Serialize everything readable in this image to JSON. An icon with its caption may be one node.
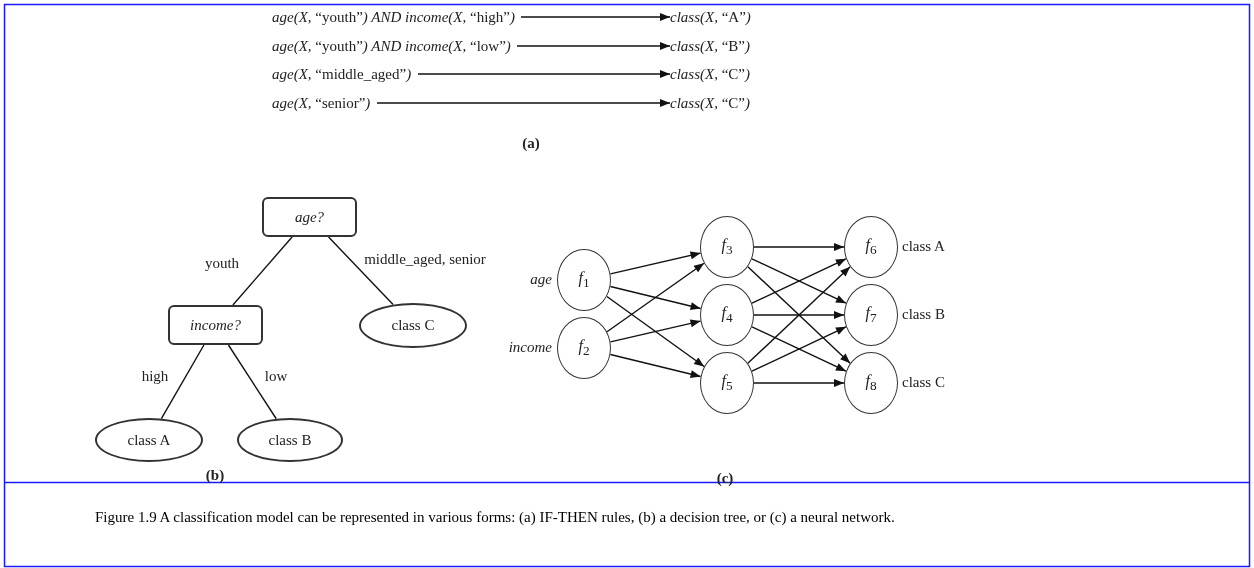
{
  "diagram": {
    "caption": "Figure 1.9 A classification model can be represented in various forms: (a) IF-THEN rules, (b) a decision tree, or (c) a neural network.",
    "nodes": [
      {
        "text": [
          "*age(X,* “youth”*) AND income(X,* “high”*)*"
        ]
      },
      {
        "text": [
          "*class(X,* “A”*)*"
        ]
      },
      {
        "text": [
          "*age(X,* “youth”*) AND income(X,* “low”*)*"
        ]
      },
      {
        "text": [
          "*class(X,* “B”*)*"
        ]
      },
      {
        "text": [
          "*age(X,* “middle_aged”*)*"
        ]
      },
      {
        "text": [
          "*class(X,* “C”*)*"
        ]
      },
      {
        "text": [
          "*age(X,* “senior”*)*"
        ]
      },
      {
        "text": [
          "*class(X,* “C”*)*"
        ]
      },
      {
        "text": [
          "age?"
        ]
      },
      {
        "text": [
          "income?"
        ]
      },
      {
        "text": [
          "class C"
        ]
      },
      {
        "text": [
          "class A"
        ]
      },
      {
        "text": [
          "class B"
        ]
      },
      {
        "text": [
          "*f*$_{1}$"
        ],
        "beside": [
          "age"
        ]
      },
      {
        "text": [
          "*f*$_{2}$"
        ],
        "beside": [
          "income"
        ]
      },
      {
        "text": [
          "*f*$_{3}$"
        ]
      },
      {
        "text": [
          "*f*$_{4}$"
        ]
      },
      {
        "text": [
          "*f*$_{5}$"
        ]
      },
      {
        "text": [
          "*f*$_{6}$"
        ],
        "beside": [
          "class A"
        ]
      },
      {
        "text": [
          "*f*$_{7}$"
        ],
        "beside": [
          "class B"
        ]
      },
      {
        "text": [
          "*f*$_{8}$"
        ],
        "beside": [
          "class C"
        ]
      }
    ],
    "edges": [
      {
        "from": 0,
        "to": 1,
        "arrow": "to"
      },
      {
        "from": 2,
        "to": 3,
        "arrow": "to"
      },
      {
        "from": 4,
        "to": 5,
        "arrow": "to"
      },
      {
        "from": 6,
        "to": 7,
        "arrow": "to"
      },
      {
        "from": 8,
        "to": 9,
        "arrow": "none",
        "label": "youth"
      },
      {
        "from": 8,
        "to": 10,
        "arrow": "none",
        "label": "middle_aged, senior"
      },
      {
        "from": 9,
        "to": 11,
        "arrow": "none",
        "label": "high"
      },
      {
        "from": 9,
        "to": 12,
        "arrow": "none",
        "label": "low"
      },
      {
        "from": 13,
        "to": 15,
        "arrow": "to"
      },
      {
        "from": 13,
        "to": 16,
        "arrow": "to"
      },
      {
        "from": 13,
        "to": 17,
        "arrow": "to"
      },
      {
        "from": 14,
        "to": 15,
        "arrow": "to"
      },
      {
        "from": 14,
        "to": 16,
        "arrow": "to"
      },
      {
        "from": 14,
        "to": 17,
        "arrow": "to"
      },
      {
        "from": 15,
        "to": 18,
        "arrow": "to"
      },
      {
        "from": 15,
        "to": 19,
        "arrow": "to"
      },
      {
        "from": 15,
        "to": 20,
        "arrow": "to"
      },
      {
        "from": 16,
        "to": 18,
        "arrow": "to"
      },
      {
        "from": 16,
        "to": 19,
        "arrow": "to"
      },
      {
        "from": 16,
        "to": 20,
        "arrow": "to"
      },
      {
        "from": 17,
        "to": 18,
        "arrow": "to"
      },
      {
        "from": 17,
        "to": 19,
        "arrow": "to"
      },
      {
        "from": 17,
        "to": 20,
        "arrow": "to"
      }
    ],
    "labels": [
      "(a)",
      "(b)",
      "(c)"
    ]
  }
}
